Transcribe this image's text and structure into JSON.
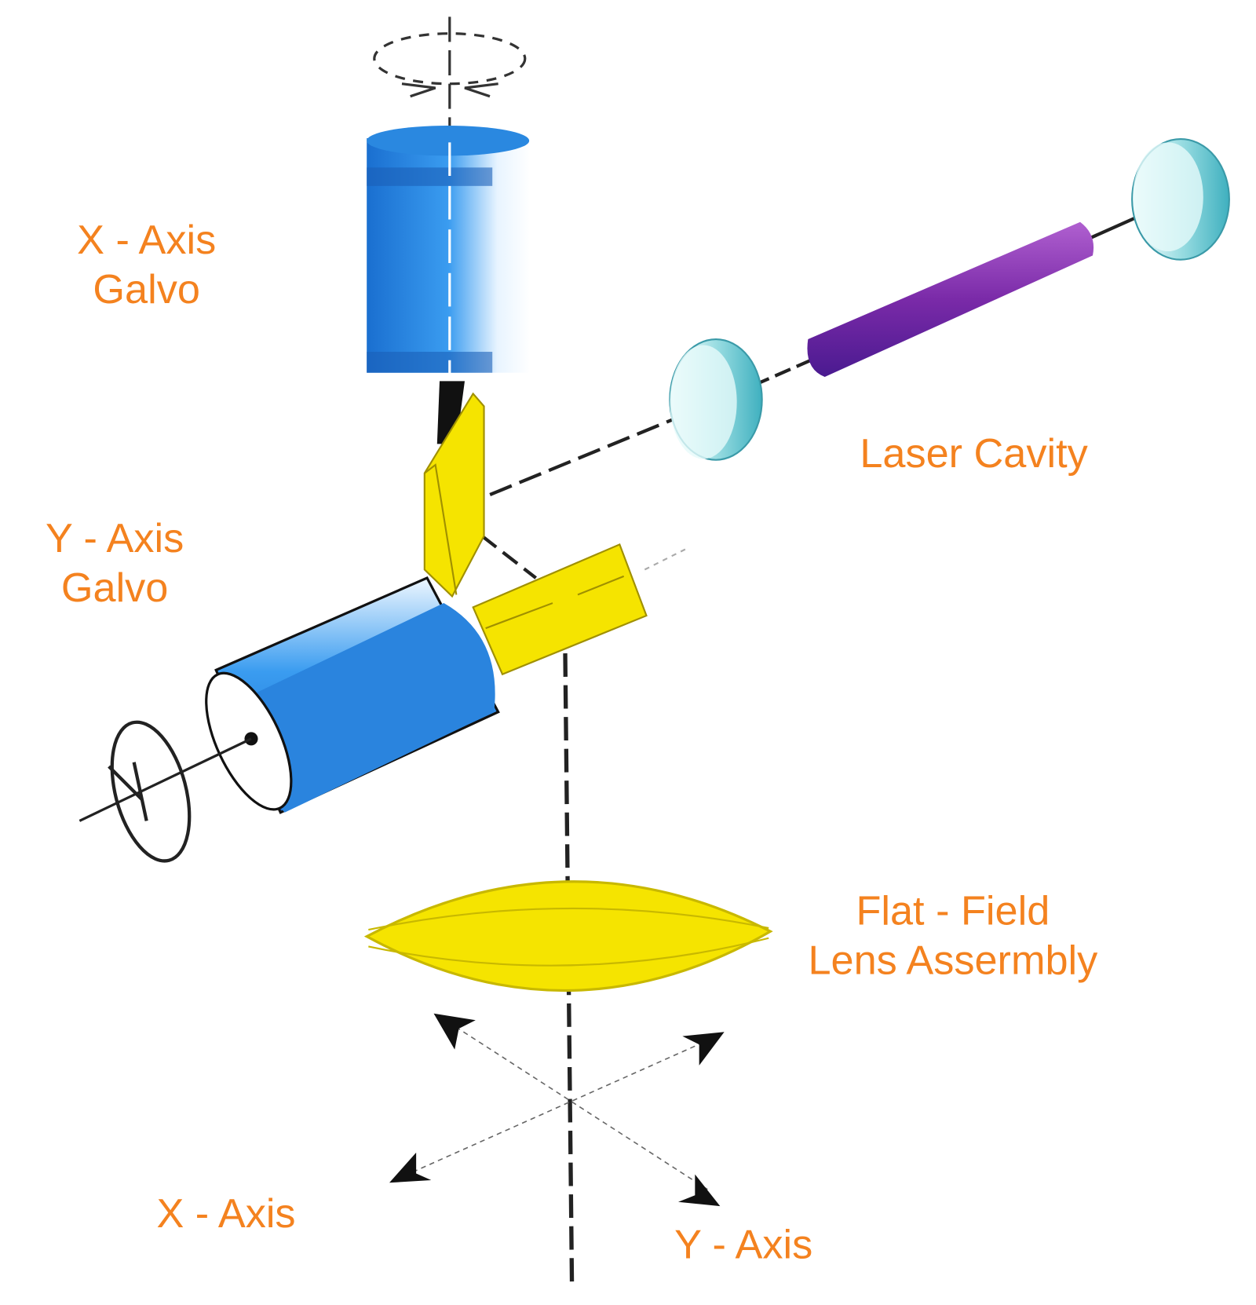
{
  "labels": {
    "x_galvo": [
      "X - Axis",
      "Galvo"
    ],
    "y_galvo": [
      "Y - Axis",
      "Galvo"
    ],
    "laser_cavity": "Laser Cavity",
    "lens": [
      "Flat - Field",
      "Lens Assermbly"
    ],
    "x_axis": "X - Axis",
    "y_axis": "Y - Axis"
  },
  "colors": {
    "label": "#f4821f",
    "galvo_blue": "#1f78d8",
    "mirror_yellow": "#f5e400",
    "laser_purple": "#7a2aa8",
    "optic_cyan": "#5cc6d0"
  }
}
